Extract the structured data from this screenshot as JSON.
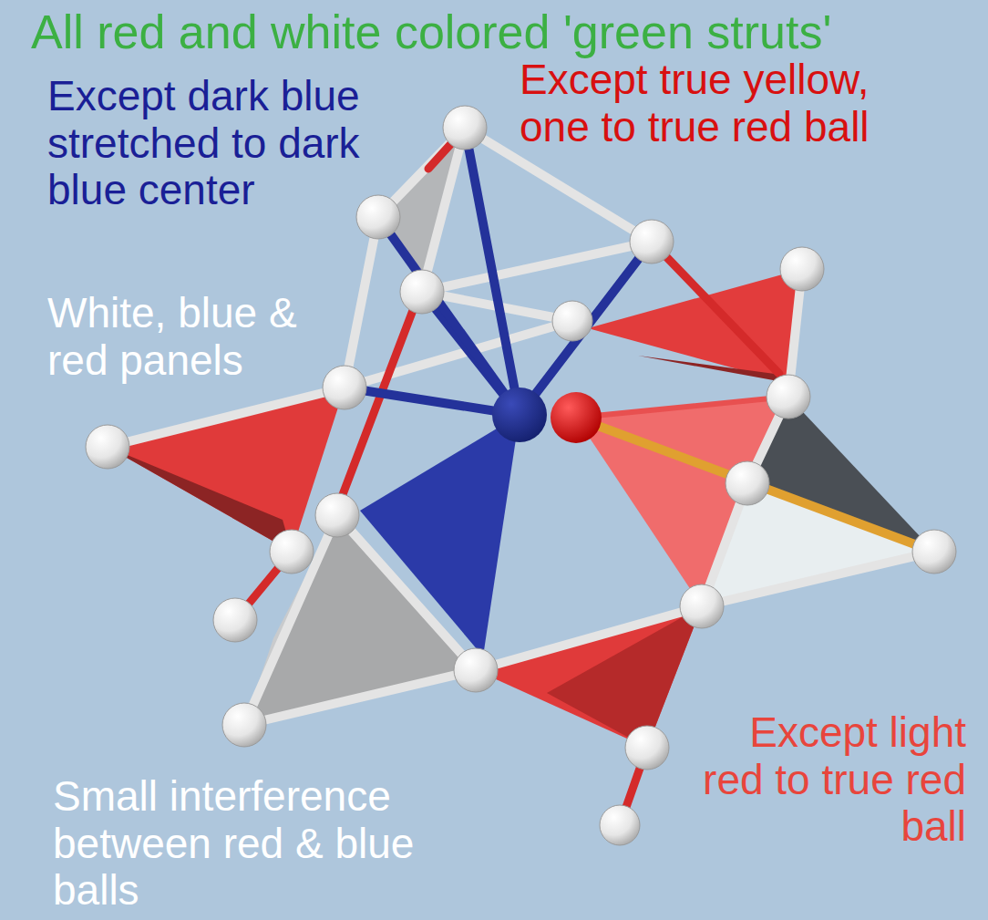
{
  "diagram": {
    "title": "All red and white colored 'green struts'",
    "labels": [
      "Except dark blue stretched to dark blue center",
      "Except true yellow, one to true red ball",
      "White, blue & red panels",
      "Small interference between red & blue balls",
      "Except light red to true red ball"
    ]
  }
}
